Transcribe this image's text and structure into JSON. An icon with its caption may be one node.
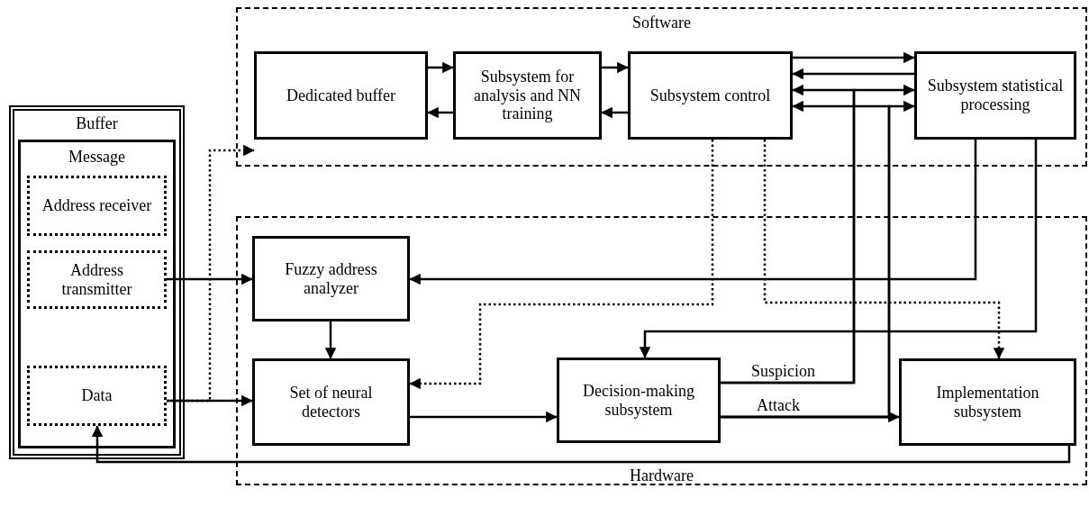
{
  "diagram": {
    "nodes": [
      {
        "text": [
          "Software"
        ]
      },
      {
        "text": [
          "Dedicated buffer"
        ],
        "in": 0
      },
      {
        "text": [
          "Subsystem for analysis and NN training"
        ],
        "in": 0
      },
      {
        "text": [
          "Subsystem control"
        ],
        "in": 0
      },
      {
        "text": [
          "Subsystem statistical processing"
        ],
        "in": 0
      },
      {
        "text": [
          "Hardware"
        ]
      },
      {
        "text": [
          "Fuzzy address analyzer"
        ],
        "in": 5
      },
      {
        "text": [
          "Set of neural detectors"
        ],
        "in": 5
      },
      {
        "text": [
          "Decision-making subsystem"
        ],
        "in": 5
      },
      {
        "text": [
          "Implementation subsystem"
        ],
        "in": 5
      },
      {
        "text": [
          "Buffer"
        ]
      },
      {
        "text": [
          "Message"
        ],
        "in": 10
      },
      {
        "text": [
          "Address receiver"
        ],
        "in": 11
      },
      {
        "text": [
          "Address transmitter"
        ],
        "in": 11
      },
      {
        "text": [
          "Data"
        ],
        "in": 11
      }
    ],
    "edges": [
      {
        "from": 1,
        "to": 2,
        "arrow": "to"
      },
      {
        "from": 2,
        "to": 1,
        "arrow": "to"
      },
      {
        "from": 2,
        "to": 3,
        "arrow": "to"
      },
      {
        "from": 3,
        "to": 2,
        "arrow": "to"
      },
      {
        "from": 3,
        "to": 4,
        "arrow": "to"
      },
      {
        "from": 4,
        "to": 3,
        "arrow": "to"
      },
      {
        "from": 8,
        "to": 3,
        "arrow": "to",
        "label": "Suspicion"
      },
      {
        "from": 8,
        "to": 4,
        "arrow": "to"
      },
      {
        "from": 8,
        "to": 3,
        "arrow": "to"
      },
      {
        "from": 8,
        "to": 4,
        "arrow": "to"
      },
      {
        "from": 8,
        "to": 9,
        "arrow": "to",
        "label": "Attack"
      },
      {
        "from": 14,
        "to": 1,
        "arrow": "to",
        "style": "dashed"
      },
      {
        "from": 13,
        "to": 6,
        "arrow": "to"
      },
      {
        "from": 14,
        "to": 7,
        "arrow": "to"
      },
      {
        "from": 6,
        "to": 7,
        "arrow": "to"
      },
      {
        "from": 7,
        "to": 8,
        "arrow": "to"
      },
      {
        "from": 3,
        "to": 7,
        "arrow": "to",
        "style": "dashed"
      },
      {
        "from": 3,
        "to": 9,
        "arrow": "to",
        "style": "dashed"
      },
      {
        "from": 4,
        "to": 6,
        "arrow": "to"
      },
      {
        "from": 4,
        "to": 8,
        "arrow": "to"
      },
      {
        "from": 9,
        "to": 14,
        "arrow": "to"
      }
    ]
  }
}
